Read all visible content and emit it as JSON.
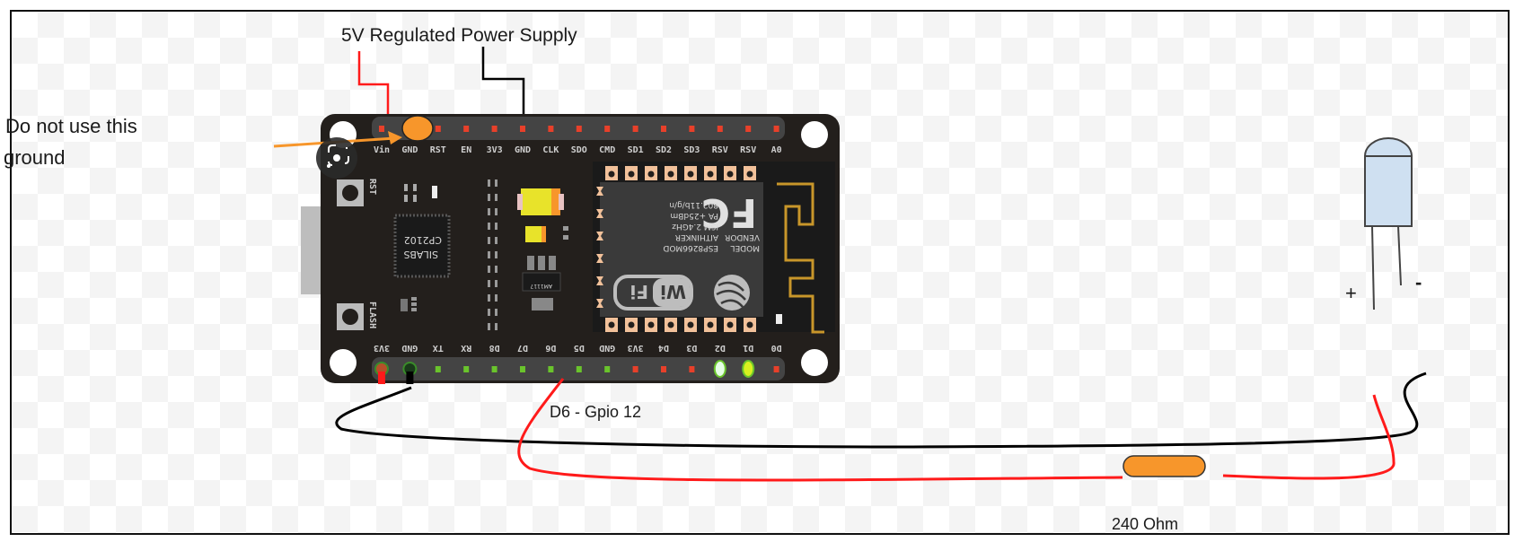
{
  "labels": {
    "power_supply": "5V Regulated Power Supply",
    "warning_line1": "Do not use this",
    "warning_line2": "ground",
    "gpio": "D6 - Gpio 12",
    "resistor": "240 Ohm",
    "led_plus": "+",
    "led_minus": "-"
  },
  "board": {
    "top_pins": [
      "Vin",
      "GND",
      "RST",
      "EN",
      "3V3",
      "GND",
      "CLK",
      "SDO",
      "CMD",
      "SD1",
      "SD2",
      "SD3",
      "RSV",
      "RSV",
      "A0"
    ],
    "bottom_pins": [
      "3V3",
      "GND",
      "TX",
      "RX",
      "D8",
      "D7",
      "D6",
      "D5",
      "GND",
      "3V3",
      "D4",
      "D3",
      "D2",
      "D1",
      "D0"
    ],
    "buttons": [
      "RST",
      "FLASH"
    ],
    "usb_chip": [
      "SILABS",
      "CP2102"
    ],
    "regulator": "AM1117",
    "module": {
      "model_label": "MODEL",
      "model": "ESP8266MOD",
      "vendor_label": "VENDOR",
      "vendor": "AITHINKER",
      "band": "ISM 2.4GHz",
      "power": "PA +25dBm",
      "standard": "802.11b/g/n",
      "wifi_logo": "Wi Fi",
      "fcc_logo": "FC"
    }
  },
  "colors": {
    "board": "#231f1c",
    "pin_header": "#444444",
    "pin_red": "#e8402a",
    "pin_green": "#6ac42c",
    "wire_red": "#ff1a1a",
    "wire_black": "#000000",
    "marker_orange": "#f7962b",
    "resistor": "#f7962b",
    "led_body": "#cfe0f1",
    "copper": "#f2c19a",
    "antenna": "#c8962a"
  },
  "icons": {
    "camera_overlay": "screenshot-capture-icon"
  }
}
